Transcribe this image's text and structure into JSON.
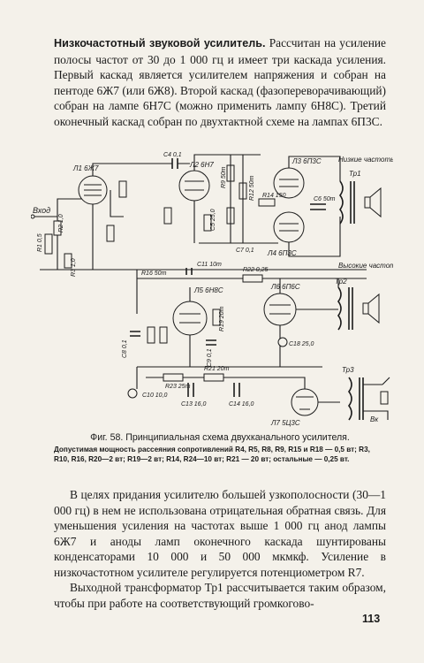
{
  "intro": {
    "heading": "Низкочастотный звуковой усилитель.",
    "text": " Рассчитан на усиление полосы частот от 30 до 1 000 гц и имеет три каскада усиления. Первый каскад является усилителем напряжения и собран на пентоде 6Ж7 (или 6Ж8). Второй каскад (фазопереворачивающий) собран на лампе 6Н7С (можно применить лампу 6Н8С). Третий оконечный каскад собран по двухтактной схеме на лампах 6П3С."
  },
  "figure": {
    "caption": "Фиг. 58. Принципиальная схема двухканального усилителя.",
    "notes": "Допустимая мощность рассеяния сопротивлений R4, R5, R8, R9, R15 и R18 — 0,5 вт; R3, R10, R16, R20—2 вт; R19—2 вт; R14, R24—10 вт; R21 — 20 вт; остальные — 0,25 вт.",
    "labels": {
      "input": "Вход",
      "low_freq": "Низкие частоты",
      "high_freq": "Высокие частоты",
      "L1": "Л1 6Ж7",
      "L2": "Л2 6Н7",
      "L3": "Л3 6П3С",
      "L4": "Л4 6П3С",
      "L5": "Л5 6Н8С",
      "L6": "Л6 6П6С",
      "L7": "Л7 5Ц3С",
      "Tr1": "Тр1",
      "Tr2": "Тр2",
      "Tr3": "Тр3",
      "Vk": "Вк",
      "C4": "С4 0,1",
      "C11": "С11 10m",
      "C13": "С13 16,0",
      "C14": "С14 16,0",
      "C10": "С10 10,0",
      "C18": "С18 25,0",
      "C8": "С8 0,1",
      "C9": "С9 0,1",
      "R16": "R16 50m",
      "R22": "R22 0,25",
      "R23": "R23 25m",
      "R21": "R21 20m",
      "R1": "R1 0,5",
      "R2": "R2 1,0",
      "R3": "R3 1,0",
      "R14": "R14 150",
      "C7": "С7 0,1",
      "C6": "С6 50m",
      "R9": "R9 50m",
      "C5": "С5 25,0",
      "R12": "R12 50m",
      "R19": "R19 20m"
    }
  },
  "body2": "В целях придания усилителю большей узкополосности (30—1 000 гц) в нем не использована отрицательная обратная связь. Для уменьшения усиления на частотах выше 1 000 гц анод лампы 6Ж7 и аноды ламп оконечного каскада шунтированы конденсаторами 10 000 и 50 000 мкмкф. Усиление в низкочастотном усилителе регулируется потенциометром R7.",
  "body3": "Выходной трансформатор Тр1 рассчитывается таким образом, чтобы при работе на соответствующий громкогово-",
  "page_number": "113"
}
